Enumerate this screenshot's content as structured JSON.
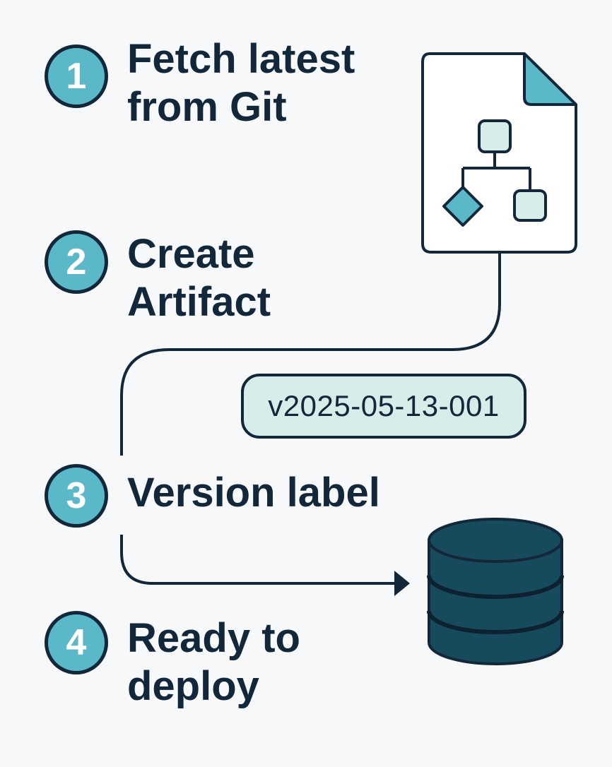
{
  "steps": [
    {
      "number": "1",
      "line1": "Fetch latest",
      "line2": "from Git"
    },
    {
      "number": "2",
      "line1": "Create",
      "line2": "Artifact"
    },
    {
      "number": "3",
      "line1": "Version label",
      "line2": ""
    },
    {
      "number": "4",
      "line1": "Ready to",
      "line2": "deploy"
    }
  ],
  "version_tag": "v2025-05-13-001",
  "colors": {
    "ink": "#12283a",
    "teal": "#5bb8c9",
    "mint": "#d8ece9",
    "db": "#184a5e",
    "background": "#f7f8f9"
  },
  "icons": {
    "artifact": "document-flowchart-icon",
    "database": "database-icon"
  }
}
